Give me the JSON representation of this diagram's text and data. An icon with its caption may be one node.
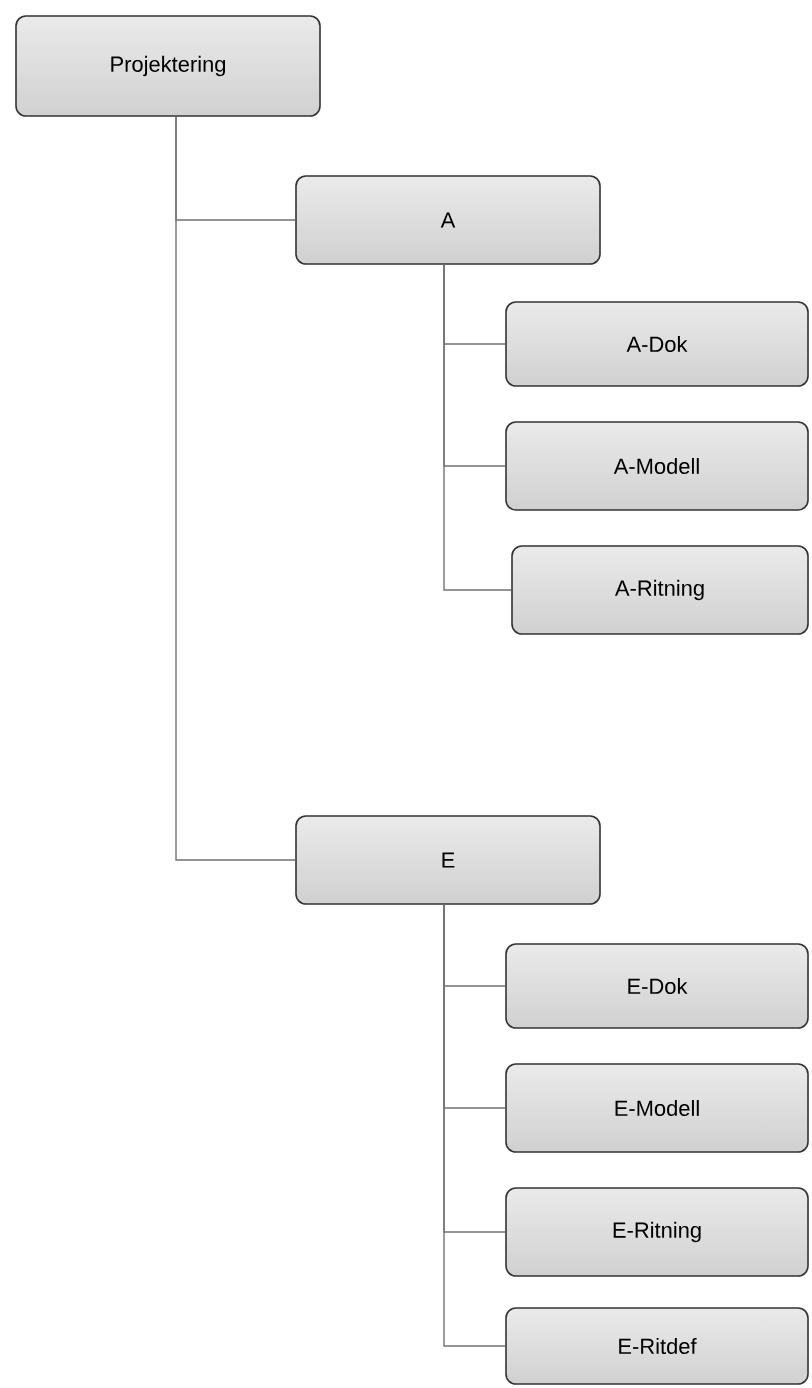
{
  "diagram": {
    "nodes": [
      {
        "text": [
          "Projektering"
        ]
      },
      {
        "text": [
          "A"
        ]
      },
      {
        "text": [
          "A-Dok"
        ]
      },
      {
        "text": [
          "A-Modell"
        ]
      },
      {
        "text": [
          "A-Ritning"
        ]
      },
      {
        "text": [
          "E"
        ]
      },
      {
        "text": [
          "E-Dok"
        ]
      },
      {
        "text": [
          "E-Modell"
        ]
      },
      {
        "text": [
          "E-Ritning"
        ]
      },
      {
        "text": [
          "E-Ritdef"
        ]
      }
    ],
    "edges": [
      {
        "from": 0,
        "to": 1,
        "arrow": "none"
      },
      {
        "from": 0,
        "to": 5,
        "arrow": "none"
      },
      {
        "from": 1,
        "to": 2,
        "arrow": "none"
      },
      {
        "from": 1,
        "to": 3,
        "arrow": "none"
      },
      {
        "from": 1,
        "to": 4,
        "arrow": "none"
      },
      {
        "from": 5,
        "to": 6,
        "arrow": "none"
      },
      {
        "from": 5,
        "to": 7,
        "arrow": "none"
      },
      {
        "from": 5,
        "to": 8,
        "arrow": "none"
      },
      {
        "from": 5,
        "to": 9,
        "arrow": "none"
      }
    ]
  }
}
